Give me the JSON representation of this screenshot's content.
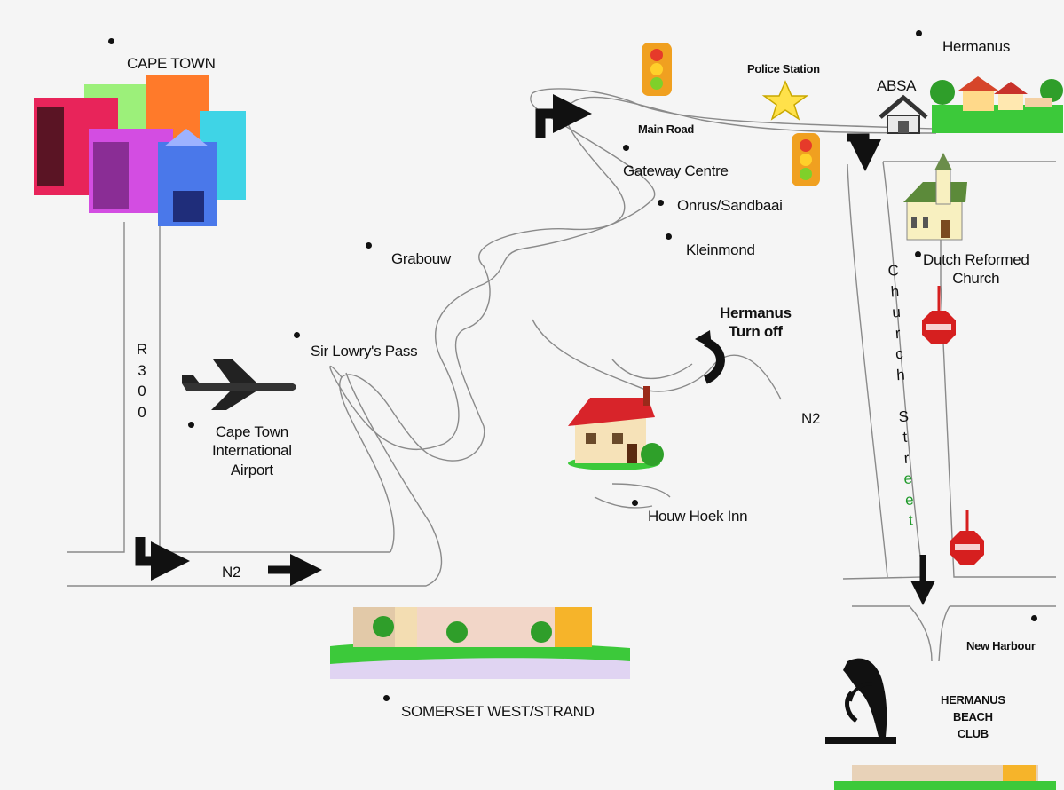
{
  "map": {
    "places": {
      "cape_town": "CAPE TOWN",
      "airport": "Cape Town\nInternational\nAirport",
      "sir_lowrys_pass": "Sir Lowry's Pass",
      "grabouw": "Grabouw",
      "houw_hoek_inn": "Houw Hoek Inn",
      "somerset_west": "SOMERSET WEST/STRAND",
      "kleinmond": "Kleinmond",
      "onrus": "Onrus/Sandbaai",
      "gateway_centre": "Gateway Centre",
      "hermanus": "Hermanus",
      "police_station": "Police Station",
      "absa": "ABSA",
      "dutch_reformed_church": "Dutch Reformed\nChurch",
      "new_harbour": "New Harbour",
      "beach_club": "HERMANUS\nBEACH\nCLUB"
    },
    "roads": {
      "r300": "R\n3\n0\n0",
      "n2_bottom": "N2",
      "n2_right": "N2",
      "main_road": "Main Road",
      "church_street": "C\nh\nu\nr\nc\nh\n \nS\nt\nr\ne\ne\nt",
      "hermanus_turnoff": "Hermanus\nTurn off"
    },
    "icons": {
      "city": "city-buildings-icon",
      "airplane": "airplane-icon",
      "traffic_light": "traffic-light-icon",
      "police": "star-icon",
      "bank": "bank-house-icon",
      "village": "village-icon",
      "church": "church-icon",
      "stop": "stop-sign-icon",
      "inn": "house-icon",
      "beach": "beach-resort-icon",
      "dolphin": "dolphin-statue-icon",
      "arrow": "arrow-icon"
    },
    "colors": {
      "road_outline": "#8a8a8a",
      "arrow": "#111111",
      "star": "#ffe14a",
      "stop_sign": "#d61f1f",
      "grass": "#2fc03a",
      "street_text_green": "#1f9a2a"
    }
  }
}
